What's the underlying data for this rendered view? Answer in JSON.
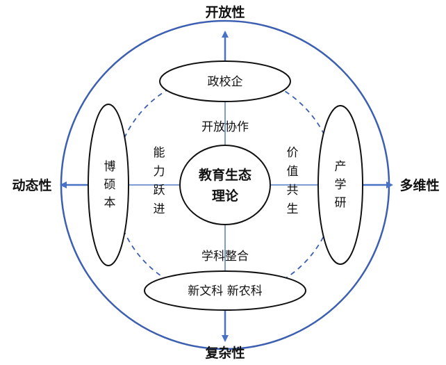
{
  "colors": {
    "circle_stroke": "#3c5fb1",
    "arrow": "#4a72c4",
    "inner_line": "#7f9bd4",
    "shape_stroke": "#111111",
    "dashed_ring": "#3c5fb1"
  },
  "outer": {
    "top": "开放性",
    "bottom": "复杂性",
    "left": "动态性",
    "right": "多维性"
  },
  "ovals": {
    "top": "政校企",
    "bottom": "新文科 新农科",
    "left_chars": [
      "博",
      "硕",
      "本"
    ],
    "right_chars": [
      "产",
      "学",
      "研"
    ]
  },
  "middle": {
    "top": "开放协作",
    "bottom": "学科整合",
    "left_chars": [
      "能",
      "力",
      "跃",
      "进"
    ],
    "right_chars": [
      "价",
      "值",
      "共",
      "生"
    ]
  },
  "core": {
    "line1": "教育生态",
    "line2": "理论"
  }
}
